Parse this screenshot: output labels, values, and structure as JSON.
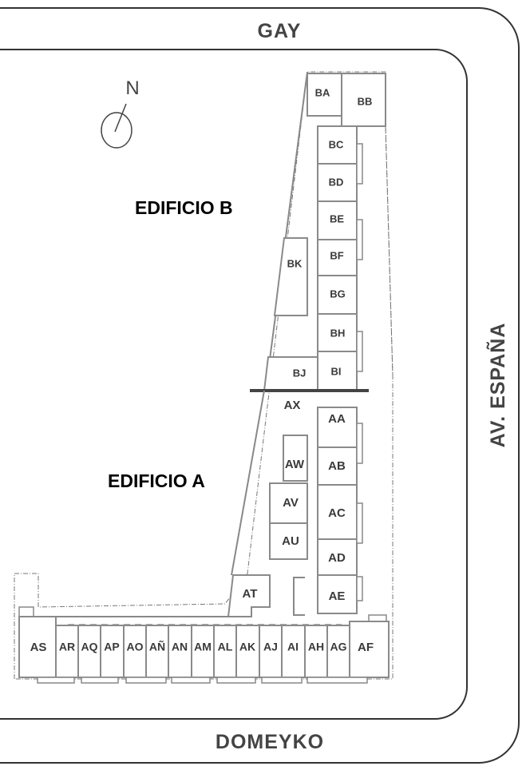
{
  "streets": {
    "north": "GAY",
    "south": "DOMEYKO",
    "east": "AV. ESPAÑA"
  },
  "compass": {
    "label": "N"
  },
  "buildings": {
    "b": "EDIFICIO B",
    "a": "EDIFICIO A"
  },
  "units_b": {
    "BA": "BA",
    "BB": "BB",
    "BC": "BC",
    "BD": "BD",
    "BE": "BE",
    "BF": "BF",
    "BG": "BG",
    "BH": "BH",
    "BI": "BI",
    "BJ": "BJ",
    "BK": "BK"
  },
  "units_a": {
    "AX": "AX",
    "AA": "AA",
    "AB": "AB",
    "AC": "AC",
    "AD": "AD",
    "AE": "AE",
    "AW": "AW",
    "AV": "AV",
    "AU": "AU",
    "AT": "AT",
    "AS": "AS",
    "AR": "AR",
    "AQ": "AQ",
    "AP": "AP",
    "AO": "AO",
    "AN_TILDE": "AÑ",
    "AN": "AN",
    "AM": "AM",
    "AL": "AL",
    "AK": "AK",
    "AJ": "AJ",
    "AI": "AI",
    "AH": "AH",
    "AG": "AG",
    "AF": "AF"
  }
}
